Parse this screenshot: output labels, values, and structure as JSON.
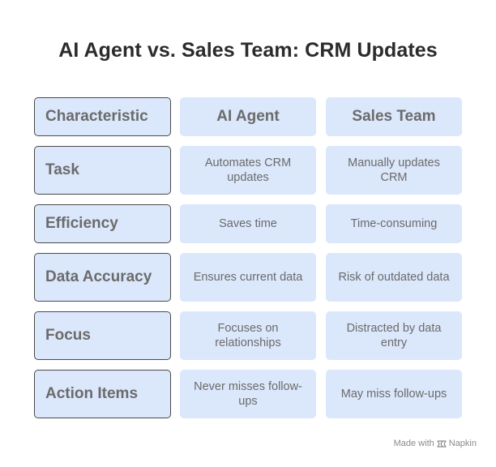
{
  "title": "AI Agent vs. Sales Team: CRM Updates",
  "header": {
    "characteristic": "Characteristic",
    "col1": "AI Agent",
    "col2": "Sales Team"
  },
  "rows": [
    {
      "label": "Task",
      "ai": "Automates CRM updates",
      "sales": "Manually updates CRM"
    },
    {
      "label": "Efficiency",
      "ai": "Saves time",
      "sales": "Time-consuming"
    },
    {
      "label": "Data Accuracy",
      "ai": "Ensures current data",
      "sales": "Risk of outdated data"
    },
    {
      "label": "Focus",
      "ai": "Focuses on relationships",
      "sales": "Distracted by data entry"
    },
    {
      "label": "Action Items",
      "ai": "Never misses follow-ups",
      "sales": "May miss follow-ups"
    }
  ],
  "footer": {
    "made_with": "Made with",
    "brand": "Napkin",
    "icon": "napkin-logo-icon"
  },
  "colors": {
    "cell_background": "#dbe7fb",
    "label_border": "#4a4a4a",
    "text": "#6b6b6b",
    "title": "#2b2b2b"
  }
}
